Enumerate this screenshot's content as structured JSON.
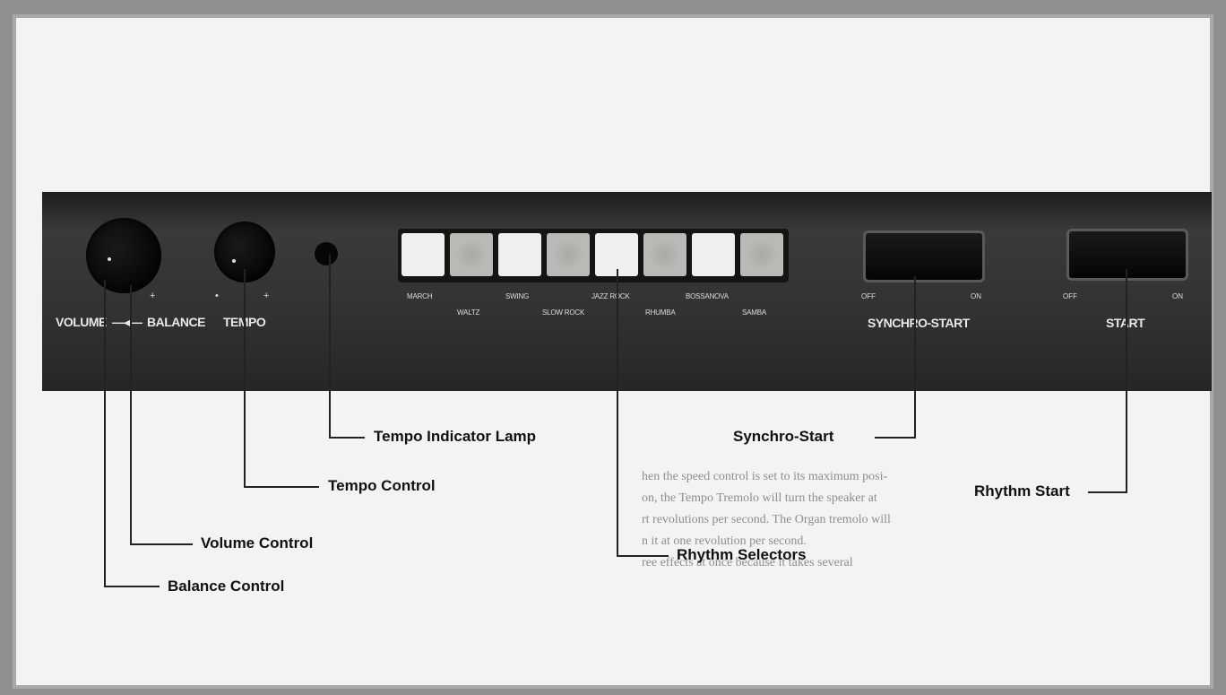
{
  "panel_labels": {
    "volume": "VOLUME",
    "balance": "BALANCE",
    "tempo": "TEMPO",
    "plus": "+",
    "synchro_start": "SYNCHRO-START",
    "start": "START",
    "off": "OFF",
    "on": "ON"
  },
  "rhythms": [
    "MARCH",
    "WALTZ",
    "SWING",
    "SLOW ROCK",
    "JAZZ ROCK",
    "RHUMBA",
    "BOSSANOVA",
    "SAMBA"
  ],
  "callouts": {
    "tempo_lamp": "Tempo Indicator Lamp",
    "tempo_control": "Tempo Control",
    "volume_control": "Volume Control",
    "balance_control": "Balance Control",
    "rhythm_selectors": "Rhythm Selectors",
    "synchro_start": "Synchro-Start",
    "rhythm_start": "Rhythm Start"
  },
  "body_text": {
    "line1": "hen the speed control is set to its maximum posi-",
    "line2": "on, the Tempo Tremolo will turn the speaker at",
    "line3": "rt revolutions per second. The Organ tremolo will",
    "line4": "n it at one revolution per second.",
    "line5": "ree effects at once because it takes several"
  },
  "colors": {
    "paper": "#f3f3f1",
    "panel": "#2c2c2c",
    "frame": "#a8a8a6"
  }
}
